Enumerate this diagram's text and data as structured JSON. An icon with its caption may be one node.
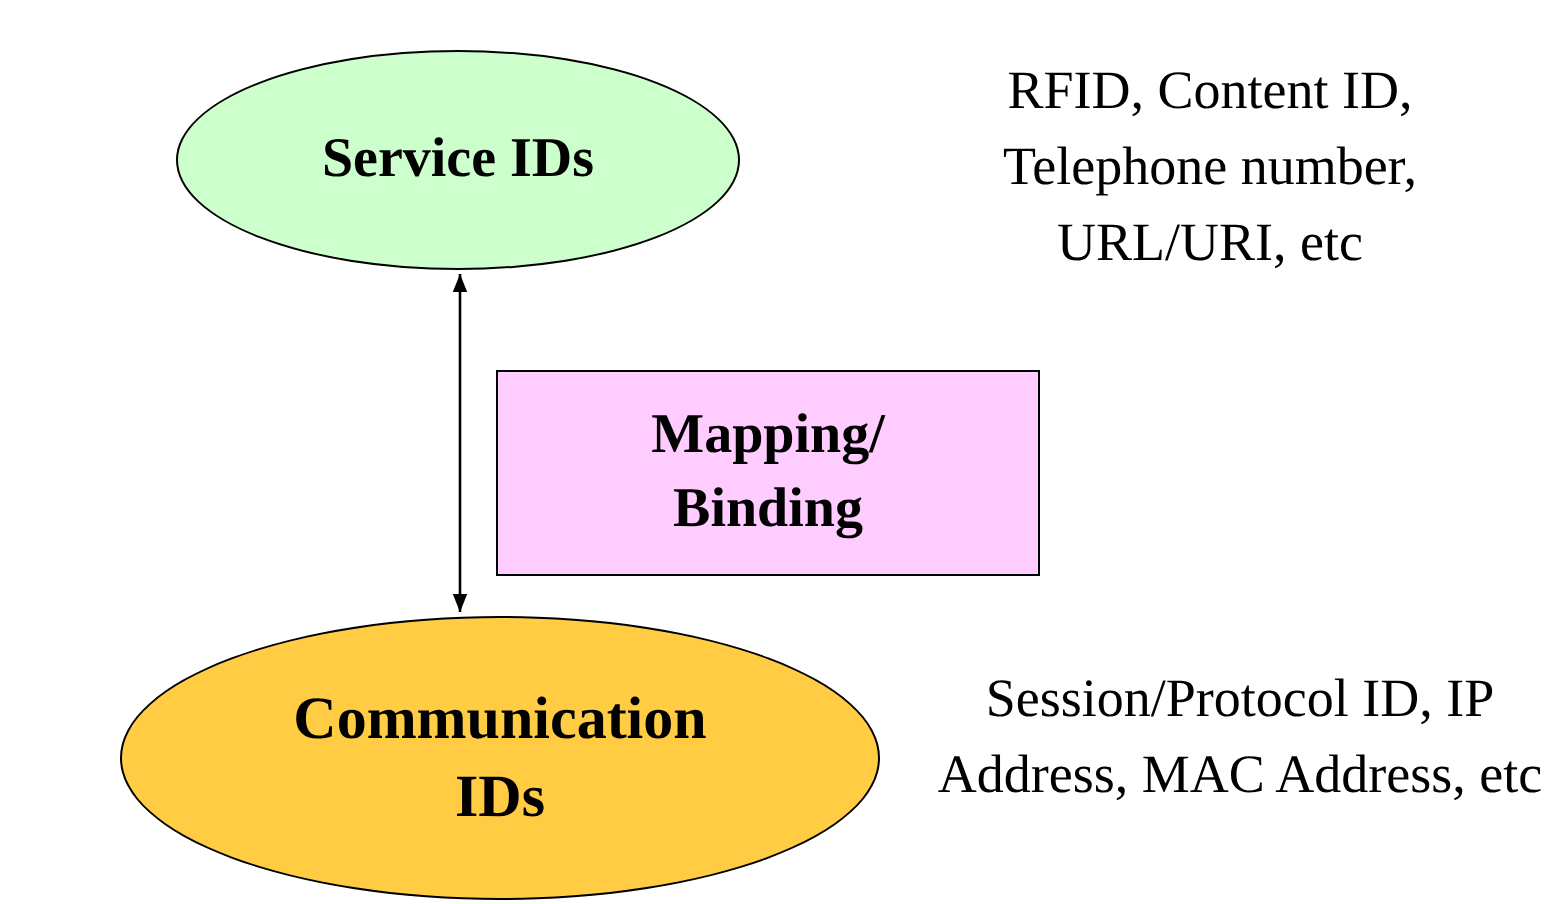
{
  "diagram": {
    "nodes": [
      {
        "text": [
          "Service IDs"
        ]
      },
      {
        "text": [
          "Communication IDs"
        ]
      },
      {
        "text": [
          "Mapping/ Binding"
        ]
      }
    ],
    "edges": [
      {
        "from": 0,
        "to": 1,
        "arrow": "both"
      }
    ],
    "labels": [
      "RFID, Content ID, Telephone number, URL/URI, etc",
      "Session/Protocol ID, IP Address, MAC Address, etc"
    ]
  }
}
